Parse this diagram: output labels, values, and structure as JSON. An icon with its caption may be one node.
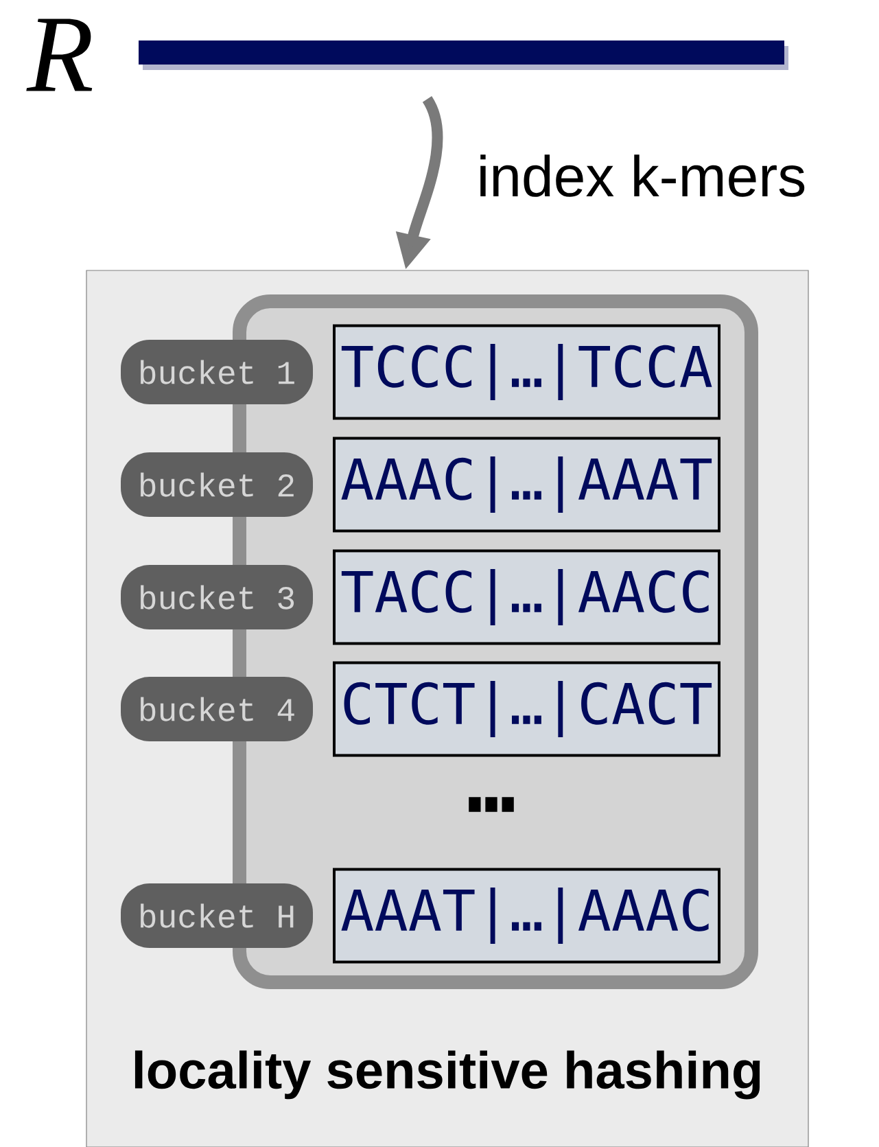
{
  "diagram": {
    "nodes": [
      {
        "text": [],
        "shape": "bar",
        "beside": [
          "R"
        ]
      },
      {
        "text": [
          "locality sensitive hashing"
        ]
      },
      {
        "text": [],
        "shape": "box",
        "in": 1
      },
      {
        "text": [
          "bucket 1"
        ],
        "in": 1
      },
      {
        "text": [
          "TCCC|…|TCCA"
        ],
        "in": 2
      },
      {
        "text": [
          "bucket 2"
        ],
        "in": 1
      },
      {
        "text": [
          "AAAC|…|AAAT"
        ],
        "in": 2
      },
      {
        "text": [
          "bucket 3"
        ],
        "in": 1
      },
      {
        "text": [
          "TACC|…|AACC"
        ],
        "in": 2
      },
      {
        "text": [
          "bucket 4"
        ],
        "in": 1
      },
      {
        "text": [
          "CTCT|…|CACT"
        ],
        "in": 2
      },
      {
        "text": [
          "bucket H"
        ],
        "in": 1
      },
      {
        "text": [
          "AAAT|…|AAAC"
        ],
        "in": 2
      }
    ],
    "edges": [
      {
        "from": 0,
        "to": 1,
        "arrow": "to",
        "label": "index k-mers"
      }
    ],
    "labels": [
      "…"
    ]
  }
}
